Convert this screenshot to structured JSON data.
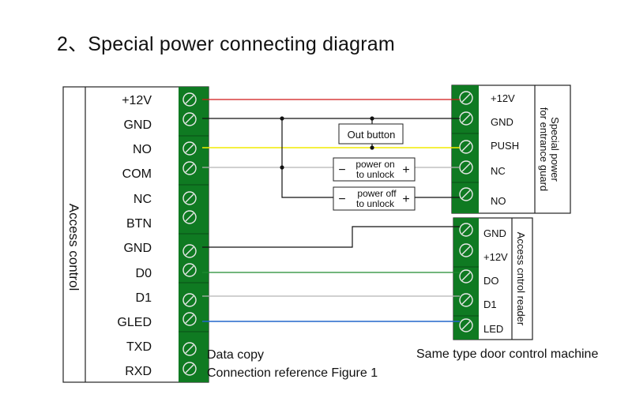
{
  "title": "2、Special power connecting diagram",
  "access_control": {
    "label": "Access control",
    "pins": [
      "+12V",
      "GND",
      "NO",
      "COM",
      "NC",
      "BTN",
      "GND",
      "D0",
      "D1",
      "GLED",
      "TXD",
      "RXD"
    ]
  },
  "special_power": {
    "label_line1": "Special power",
    "label_line2": "for entrance guard",
    "pins": [
      "+12V",
      "GND",
      "PUSH",
      "NC",
      "NO"
    ]
  },
  "reader": {
    "label": "Access cntrol reader",
    "pins": [
      "GND",
      "+12V",
      "DO",
      "D1",
      "LED"
    ]
  },
  "out_button": {
    "label": "Out button"
  },
  "power_on": {
    "line1": "power on",
    "line2": "to unlock",
    "minus": "−",
    "plus": "+"
  },
  "power_off": {
    "line1": "power off",
    "line2": "to unlock",
    "minus": "−",
    "plus": "+"
  },
  "notes": {
    "data_copy": "Data copy",
    "reference": "Connection reference Figure 1",
    "same_type": "Same type door control machine"
  },
  "colors": {
    "terminal_green": "#0f7a22",
    "wire_red": "#d01818",
    "wire_yellow": "#f2ec00",
    "wire_green": "#1f8a2f",
    "wire_blue": "#2266cc",
    "wire_gray": "#b4b4b4",
    "wire_black": "#111111"
  }
}
